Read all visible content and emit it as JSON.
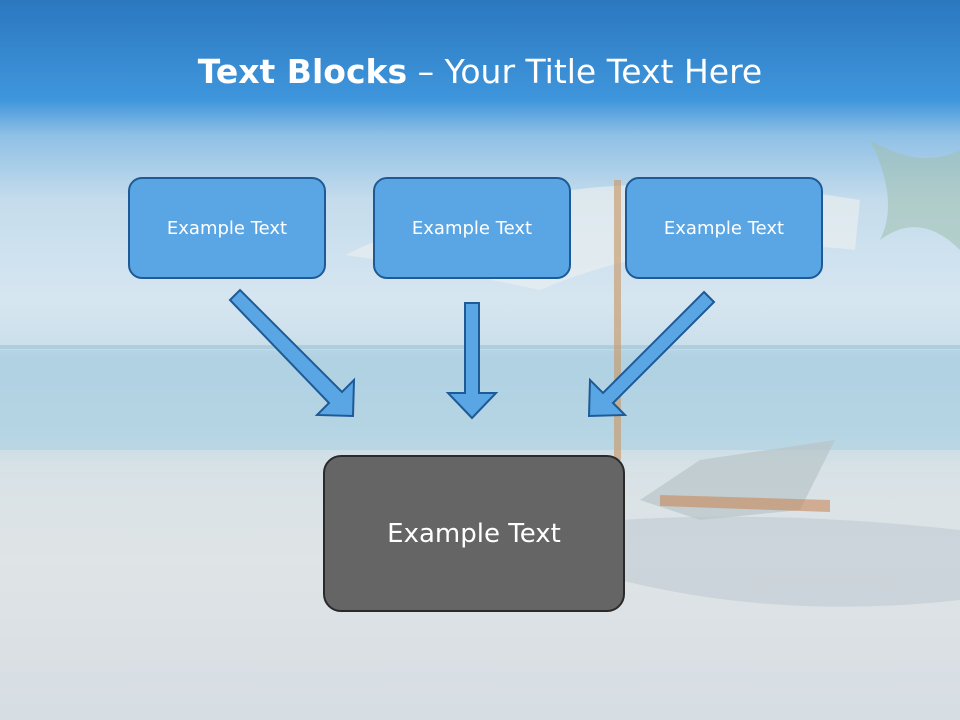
{
  "title": {
    "bold": "Text Blocks",
    "separator": " – ",
    "rest": "Your Title Text Here"
  },
  "blocks": [
    {
      "label": "Example Text"
    },
    {
      "label": "Example Text"
    },
    {
      "label": "Example Text"
    }
  ],
  "center": {
    "label": "Example Text"
  },
  "colors": {
    "box_fill": "#5aa6e4",
    "box_border": "#1e5a96",
    "center_fill": "#656565",
    "arrow": "#5aa6e4"
  }
}
